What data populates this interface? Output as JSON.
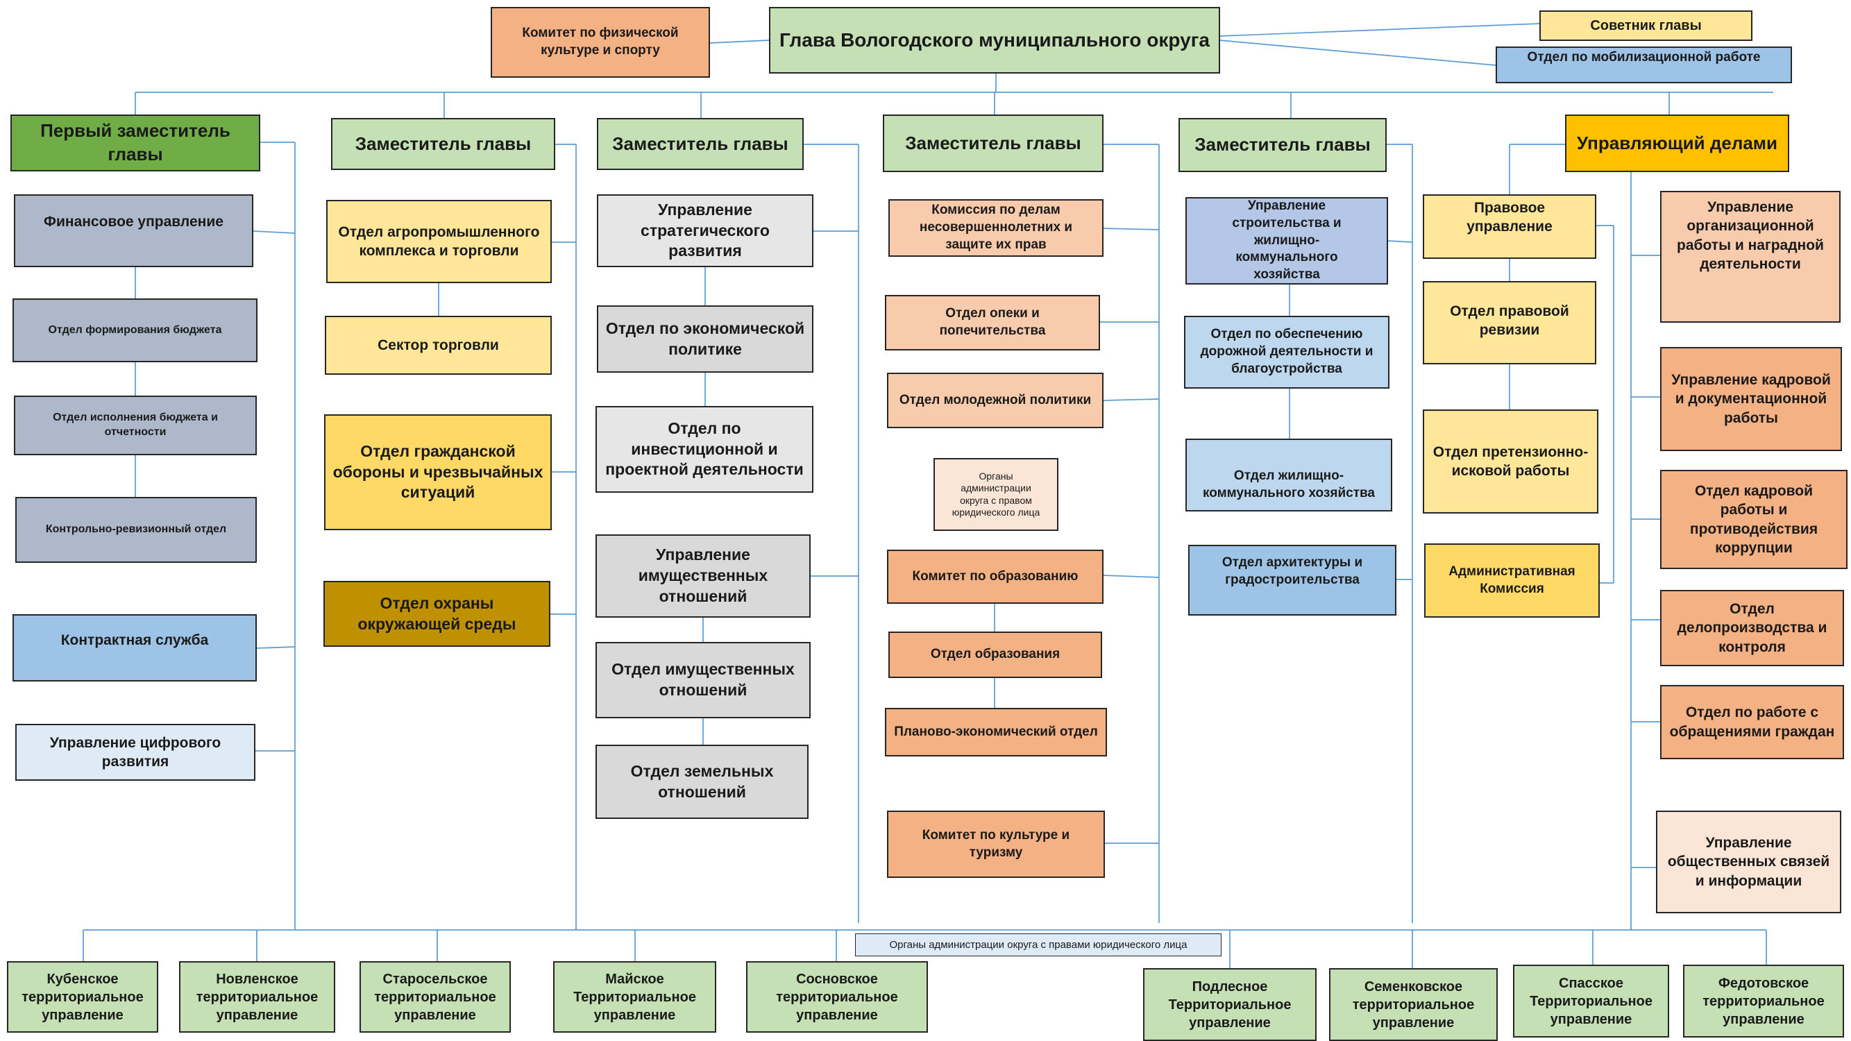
{
  "head": {
    "head_box": "Глава Вологодского муниципального округа",
    "sport_committee": "Комитет по физической культуре и спорту",
    "advisor": "Советник главы",
    "mobilization": "Отдел по мобилизационной работе"
  },
  "first_deputy": {
    "title": "Первый заместитель главы",
    "units": [
      "Финансовое управление",
      "Отдел формирования бюджета",
      "Отдел исполнения бюджета и отчетности",
      "Контрольно-ревизионный отдел",
      "Контрактная служба",
      "Управление цифрового развития"
    ]
  },
  "deputy2": {
    "title": "Заместитель главы",
    "units": [
      "Отдел агропромышленного комплекса и торговли",
      "Сектор торговли",
      "Отдел гражданской обороны и чрезвычайных ситуаций",
      "Отдел охраны окружающей среды"
    ]
  },
  "deputy3": {
    "title": "Заместитель главы",
    "units": [
      "Управление стратегического развития",
      "Отдел по экономической политике",
      "Отдел по инвестиционной и проектной деятельности",
      "Управление имущественных отношений",
      "Отдел имущественных отношений",
      "Отдел земельных отношений"
    ]
  },
  "deputy4": {
    "title": "Заместитель главы",
    "units": [
      "Комиссия по делам несовершеннолетних и защите их прав",
      "Отдел опеки и попечительства",
      "Отдел молодежной политики",
      "Органы администрации округа с правом юридического лица",
      "Комитет по образованию",
      "Отдел образования",
      "Планово-экономический отдел",
      "Комитет по культуре и туризму"
    ]
  },
  "deputy5": {
    "title": "Заместитель главы",
    "units": [
      "Управление строительства и жилищно-коммунального хозяйства",
      "Отдел по обеспечению дорожной деятельности и благоустройства",
      "Отдел жилищно-коммунального хозяйства",
      "Отдел архитектуры и градостроительства"
    ]
  },
  "manager": {
    "title": "Управляющий делами",
    "left_units": [
      "Правовое управление",
      "Отдел правовой ревизии",
      "Отдел претензионно-исковой работы",
      "Административная Комиссия"
    ],
    "right_units": [
      "Управление организационной работы и наградной деятельности",
      "Управление кадровой и документационной работы",
      "Отдел кадровой работы и противодействия коррупции",
      "Отдел делопроизводства и контроля",
      "Отдел по работе с обращениями граждан",
      "Управление общественных связей и информации"
    ]
  },
  "legend_note": "Органы администрации округа с правами юридического лица",
  "territorial": [
    "Кубенское территориальное управление",
    "Новленское территориальное управление",
    "Старосельское территориальное управление",
    "Майское Территориальное управление",
    "Сосновское территориальное управление",
    "Подлесное Территориальное управление",
    "Семенковское территориальное управление",
    "Спасское Территориальное управление",
    "Федотовское территориальное управление"
  ],
  "colors": {
    "connector": "#5b9bd5",
    "head": "#c5e0b4",
    "first_deputy": "#70ad47",
    "manager": "#ffc000"
  }
}
